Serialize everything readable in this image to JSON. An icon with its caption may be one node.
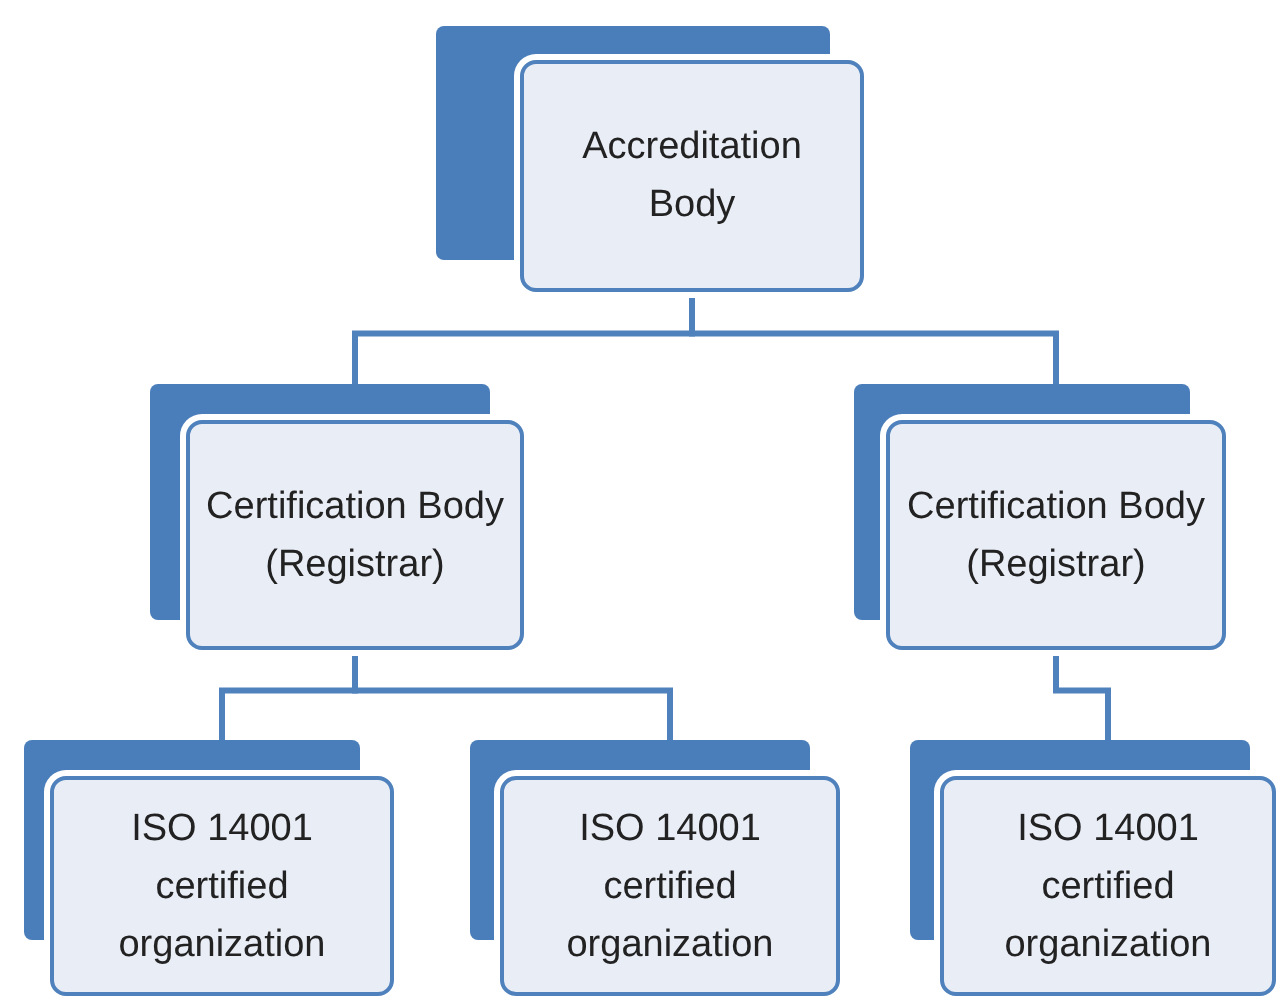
{
  "diagram": {
    "nodes": [
      {
        "text": [
          "Accreditation Body"
        ]
      },
      {
        "text": [
          "Certification Body (Registrar)"
        ]
      },
      {
        "text": [
          "Certification Body (Registrar)"
        ]
      },
      {
        "text": [
          "ISO 14001 certified organization"
        ]
      },
      {
        "text": [
          "ISO 14001 certified organization"
        ]
      },
      {
        "text": [
          "ISO 14001 certified organization"
        ]
      }
    ],
    "edges": [
      {
        "from": 0,
        "to": 1,
        "arrow": "none"
      },
      {
        "from": 0,
        "to": 2,
        "arrow": "none"
      },
      {
        "from": 1,
        "to": 3,
        "arrow": "none"
      },
      {
        "from": 1,
        "to": 4,
        "arrow": "none"
      },
      {
        "from": 2,
        "to": 5,
        "arrow": "none"
      }
    ]
  }
}
